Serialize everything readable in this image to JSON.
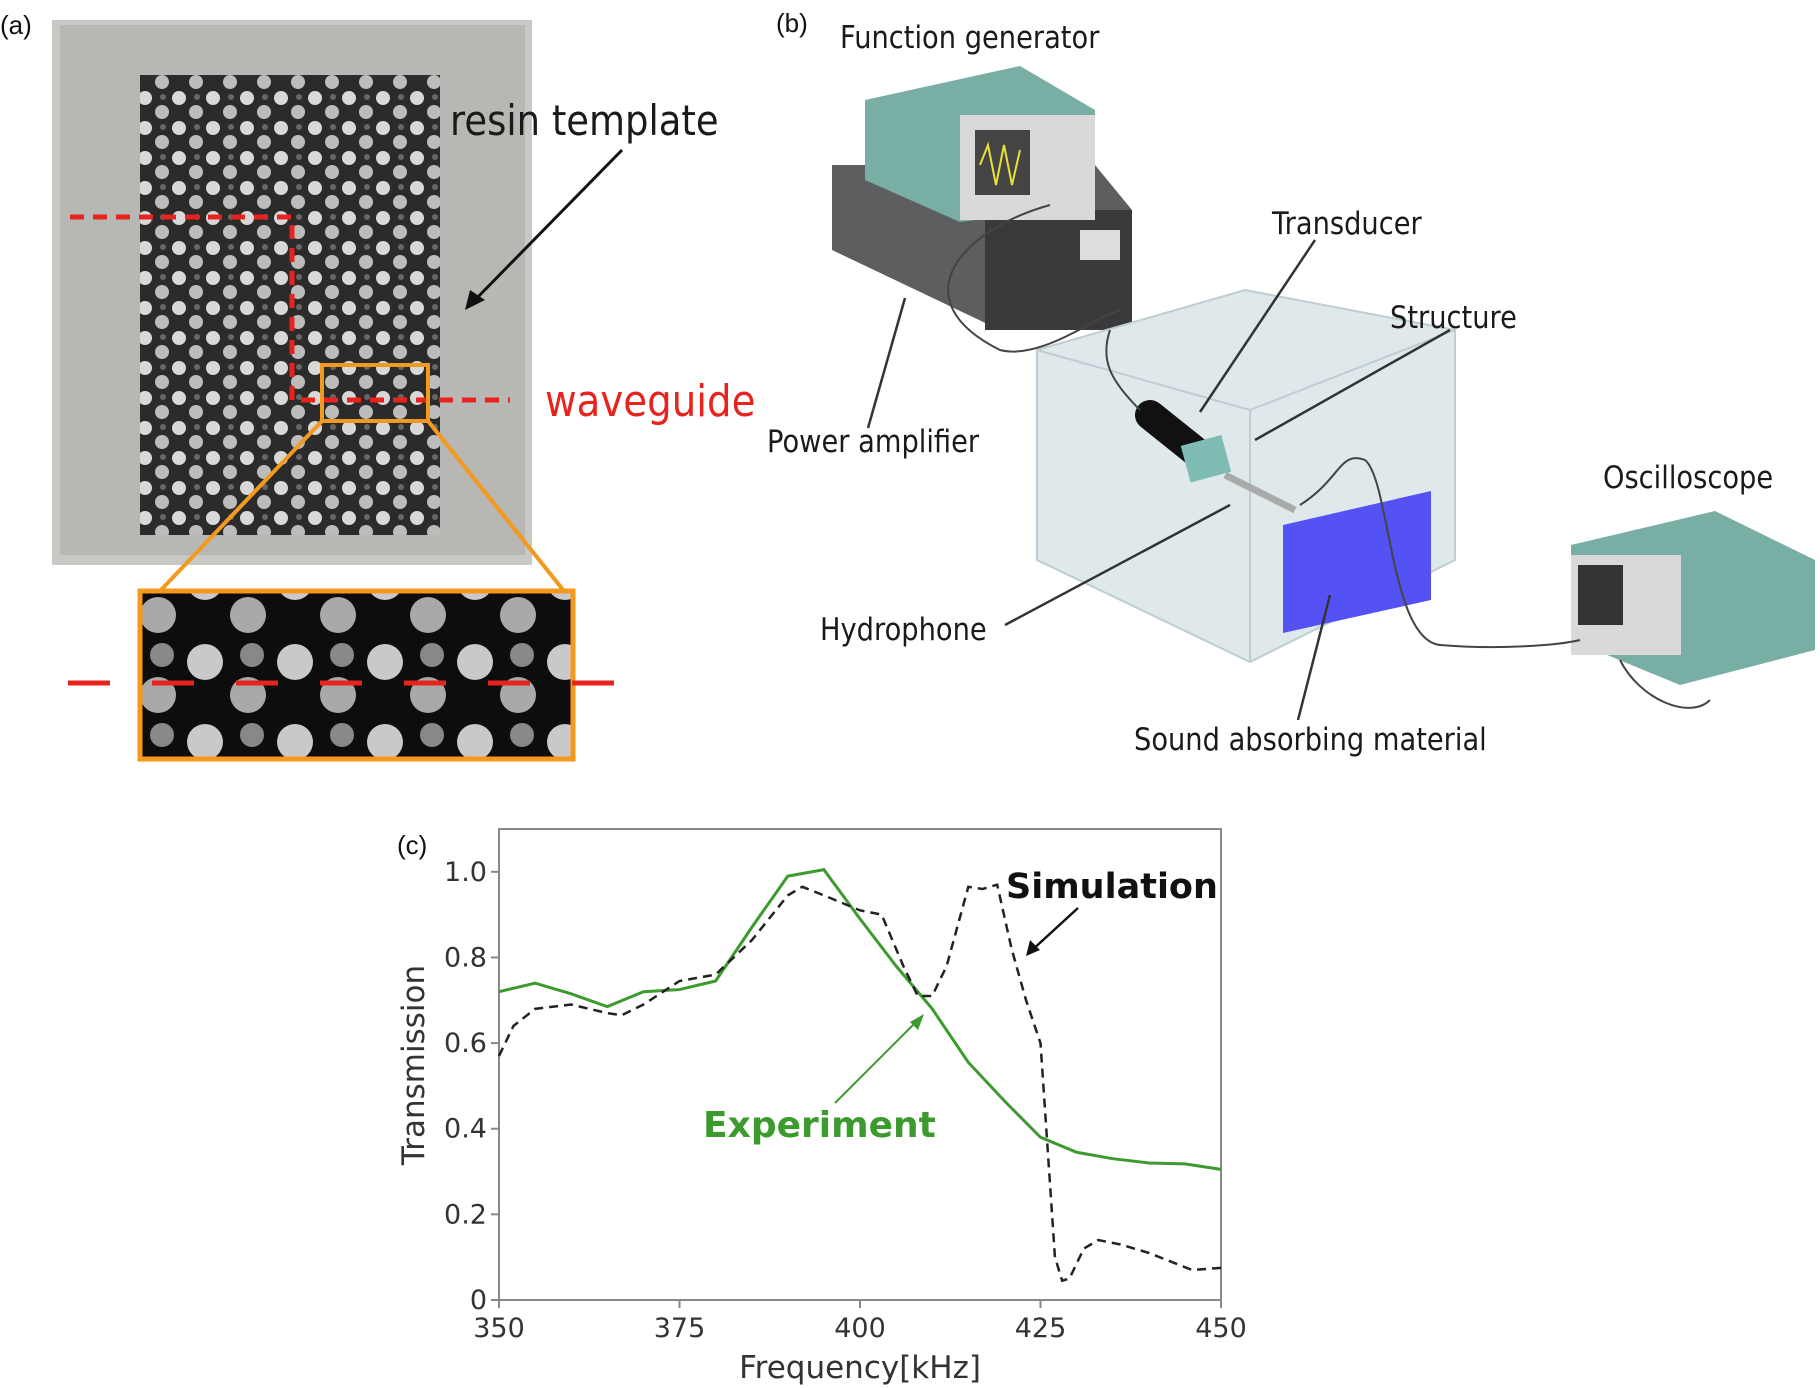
{
  "panel_a": {
    "label": "(a)",
    "resin_label": "resin template",
    "waveguide_label": "waveguide",
    "colors": {
      "waveguide": "#e8231e",
      "inset_frame": "#f39a1e"
    }
  },
  "panel_b": {
    "label": "(b)",
    "labels": {
      "function_generator": "Function generator",
      "transducer": "Transducer",
      "structure": "Structure",
      "power_amplifier": "Power amplifier",
      "oscilloscope": "Oscilloscope",
      "hydrophone": "Hydrophone",
      "sound_absorbing": "Sound absorbing material"
    },
    "colors": {
      "equipment": "#6fa79b",
      "absorber": "#5552f5"
    }
  },
  "panel_c": {
    "label": "(c)"
  },
  "chart_data": {
    "type": "line",
    "xlabel": "Frequency[kHz]",
    "ylabel": "Transmission",
    "xlim": [
      350,
      450
    ],
    "ylim": [
      0,
      1.1
    ],
    "xticks": [
      "350",
      "375",
      "400",
      "425",
      "450"
    ],
    "yticks": [
      "0",
      "0.2",
      "0.4",
      "0.6",
      "0.8",
      "1.0"
    ],
    "grid": false,
    "series": [
      {
        "name": "Experiment",
        "color": "#3c9a2e",
        "style": "solid",
        "x": [
          350,
          355,
          360,
          365,
          370,
          375,
          380,
          385,
          390,
          395,
          400,
          405,
          410,
          415,
          420,
          425,
          430,
          435,
          440,
          445,
          450
        ],
        "y": [
          0.72,
          0.74,
          0.715,
          0.685,
          0.72,
          0.725,
          0.745,
          0.87,
          0.99,
          1.005,
          0.89,
          0.78,
          0.68,
          0.555,
          0.465,
          0.38,
          0.345,
          0.33,
          0.32,
          0.318,
          0.305
        ]
      },
      {
        "name": "Simulation",
        "color": "#222222",
        "style": "dashed",
        "x": [
          350,
          352,
          355,
          360,
          365,
          367,
          370,
          375,
          380,
          385,
          390,
          392,
          395,
          400,
          403,
          406,
          408,
          410,
          412,
          415,
          417,
          419,
          421,
          423,
          425,
          426,
          427,
          428,
          429,
          431,
          433,
          436,
          440,
          443,
          446,
          450
        ],
        "y": [
          0.57,
          0.64,
          0.68,
          0.69,
          0.67,
          0.665,
          0.69,
          0.745,
          0.76,
          0.84,
          0.945,
          0.965,
          0.945,
          0.91,
          0.9,
          0.78,
          0.71,
          0.71,
          0.78,
          0.965,
          0.96,
          0.97,
          0.82,
          0.7,
          0.6,
          0.35,
          0.1,
          0.045,
          0.05,
          0.12,
          0.14,
          0.13,
          0.11,
          0.09,
          0.07,
          0.075
        ]
      }
    ]
  }
}
